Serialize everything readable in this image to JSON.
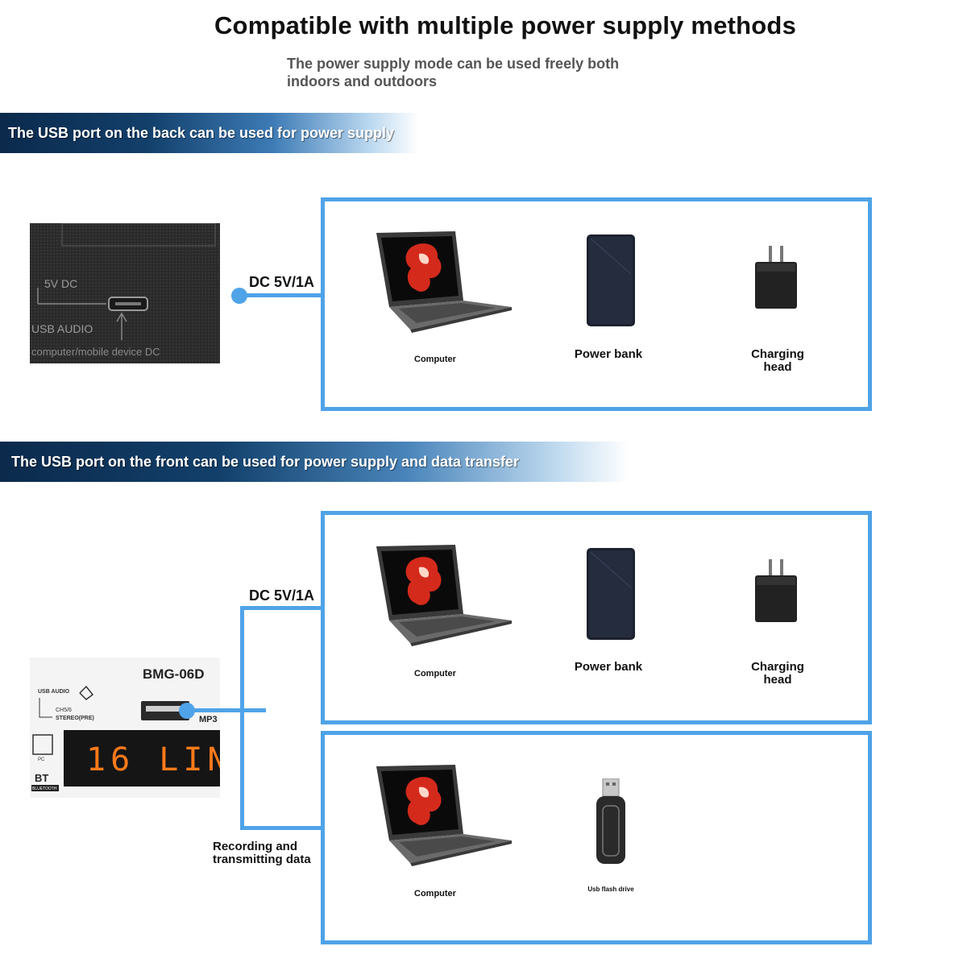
{
  "header": {
    "title": "Compatible with multiple power supply methods",
    "subtitle": "The power supply mode can be used freely both indoors and outdoors"
  },
  "section_back": {
    "banner": "The USB port on the back can be used for power supply",
    "dc_label": "DC 5V/1A",
    "panel_text": {
      "dc": "5V DC",
      "usb": "USB AUDIO",
      "note": "computer/mobile device DC"
    },
    "devices": [
      {
        "name": "Computer",
        "icon": "laptop-icon"
      },
      {
        "name": "Power bank",
        "icon": "power-bank-icon"
      },
      {
        "name": "Charging head",
        "icon": "charger-icon"
      }
    ]
  },
  "section_front": {
    "banner": "The USB port on the front can be used for power supply and data transfer",
    "dc_label": "DC 5V/1A",
    "data_label": "Recording and transmitting data",
    "panel_text": {
      "model": "BMG-06D",
      "usb_audio": "USB AUDIO",
      "ch": "CH5/6",
      "stereo": "STEREO(PRE)",
      "mp3": "MP3",
      "display": "16 LIN",
      "pc": "PC",
      "bt": "BT",
      "bluetooth": "BLUETOOTH"
    },
    "power_devices": [
      {
        "name": "Computer",
        "icon": "laptop-icon"
      },
      {
        "name": "Power bank",
        "icon": "power-bank-icon"
      },
      {
        "name": "Charging head",
        "icon": "charger-icon"
      }
    ],
    "data_devices": [
      {
        "name": "Computer",
        "icon": "laptop-icon"
      },
      {
        "name": "Usb flash drive",
        "icon": "usb-flash-drive-icon"
      }
    ]
  },
  "colors": {
    "accent": "#4fa3e8",
    "banner_dark": "#0b2a4c",
    "display_orange": "#ff7a1a"
  }
}
